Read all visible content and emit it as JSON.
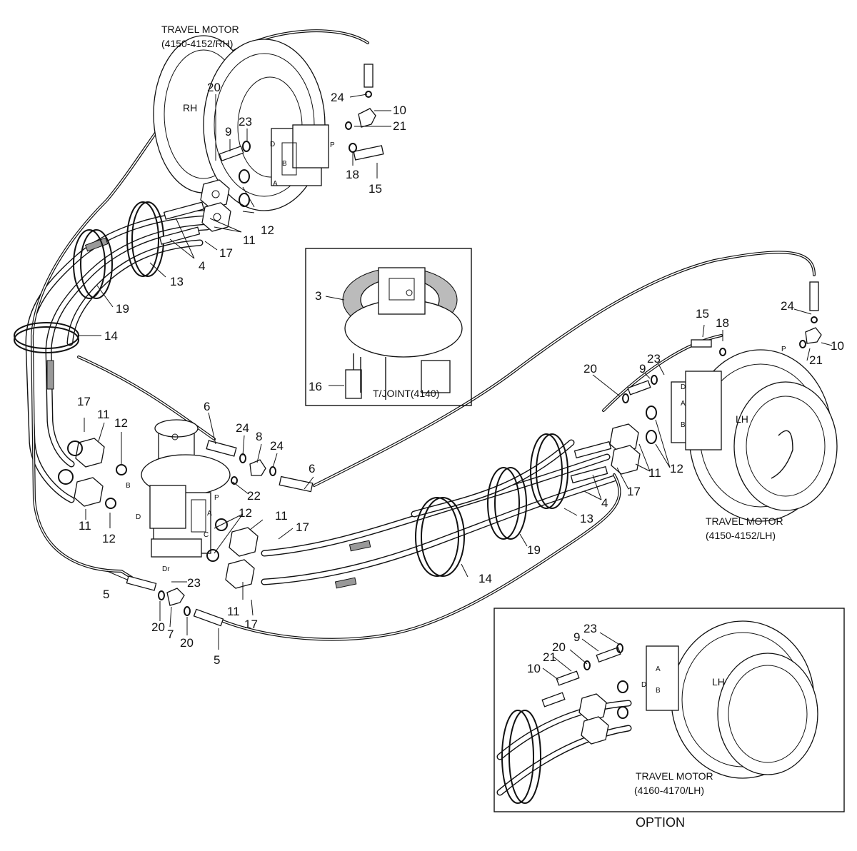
{
  "motors": {
    "rh": {
      "title": "TRAVEL MOTOR",
      "code": "(4150-4152/RH)",
      "side": "RH"
    },
    "lh": {
      "title": "TRAVEL MOTOR",
      "code": "(4150-4152/LH)",
      "side": "LH"
    },
    "option_lh": {
      "title": "TRAVEL MOTOR",
      "code": "(4160-4170/LH)",
      "side": "LH"
    }
  },
  "joint": {
    "caption": "T/JOINT(4140)"
  },
  "option": {
    "caption": "OPTION"
  },
  "port_letters": {
    "p": "P",
    "a": "A",
    "b": "B",
    "c": "C",
    "d": "D",
    "dr": "Dr"
  },
  "parts": {
    "p3": "3",
    "p4": "4",
    "p5": "5",
    "p6": "6",
    "p7": "7",
    "p8": "8",
    "p9": "9",
    "p10": "10",
    "p11": "11",
    "p12": "12",
    "p13": "13",
    "p14": "14",
    "p15": "15",
    "p16": "16",
    "p17": "17",
    "p18": "18",
    "p19": "19",
    "p20": "20",
    "p21": "21",
    "p22": "22",
    "p23": "23",
    "p24": "24"
  }
}
